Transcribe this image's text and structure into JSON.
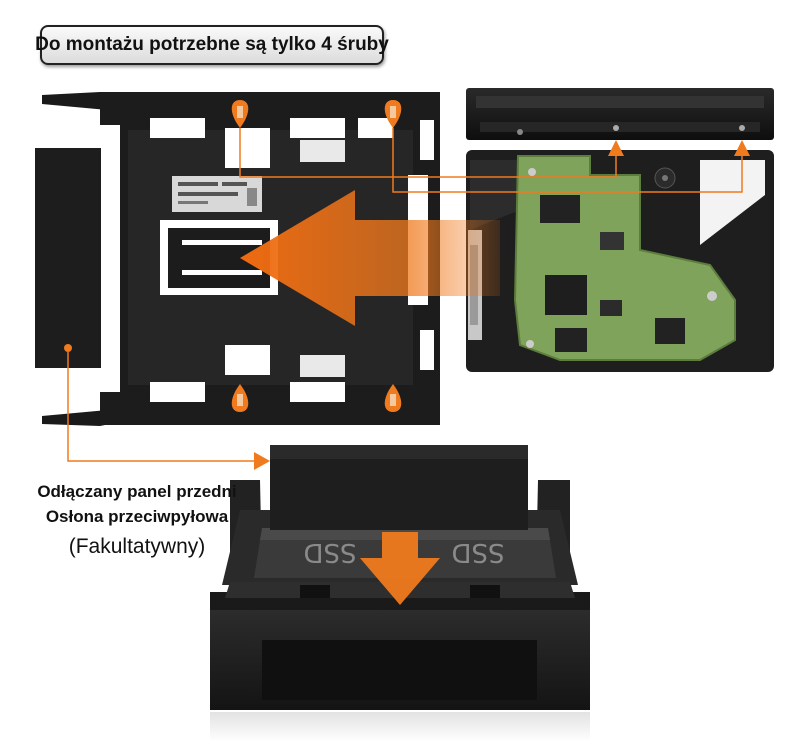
{
  "header": {
    "title": "Do montażu potrzebne są tylko 4 śruby"
  },
  "bracket": {
    "label_line1": "Odłączany panel przedni",
    "label_line2": "Osłona przeciwpyłowa",
    "label_line3": "(Fakultatywny)"
  },
  "drive": {
    "ssd_label": "SSD"
  },
  "colors": {
    "accent": "#f07a1e",
    "frame": "#1c1c1c",
    "pcb": "#7fa35a",
    "background": "#ffffff"
  }
}
